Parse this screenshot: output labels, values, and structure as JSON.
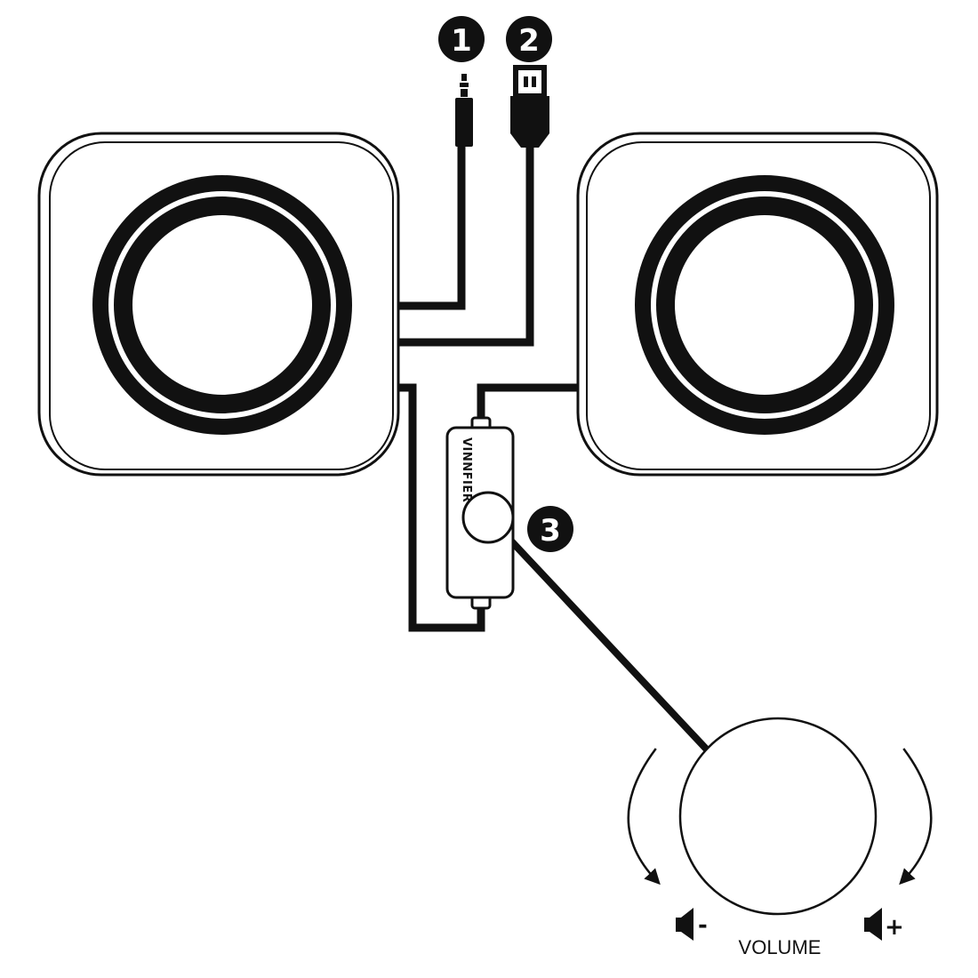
{
  "callouts": [
    {
      "label": "1"
    },
    {
      "label": "2"
    },
    {
      "label": "3"
    }
  ],
  "controller": {
    "brand": "VINNFIER"
  },
  "volume": {
    "label": "VOLUME",
    "decrease_sign": "-",
    "increase_sign": "+"
  },
  "icons": {
    "audio_jack": "audio-jack-3.5mm-icon",
    "usb_plug": "usb-plug-icon",
    "speaker_down": "speaker-volume-down-icon",
    "speaker_up": "speaker-volume-up-icon",
    "rotate_left": "curved-arrow-counterclockwise-icon",
    "rotate_right": "curved-arrow-clockwise-icon"
  },
  "colors": {
    "ink": "#111111",
    "paper": "#ffffff"
  }
}
